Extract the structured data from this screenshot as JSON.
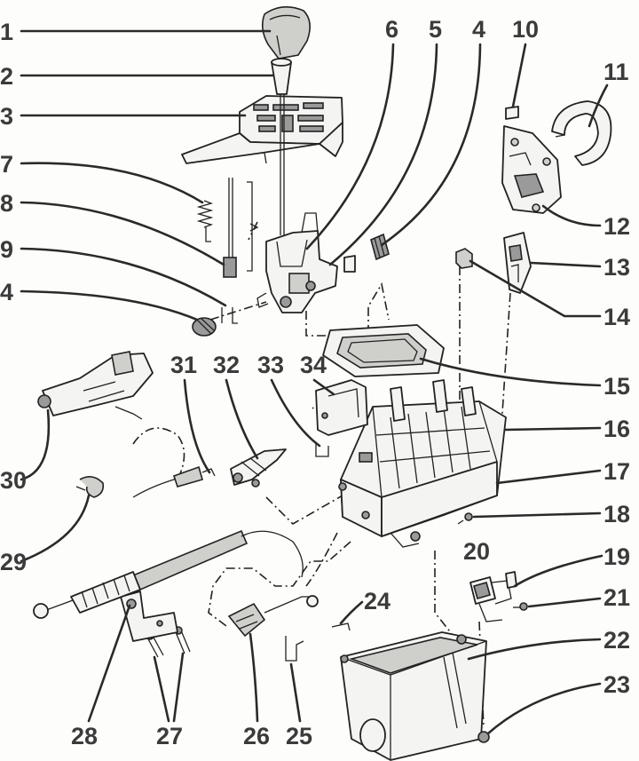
{
  "callouts": [
    "1",
    "2",
    "3",
    "7",
    "8",
    "9",
    "4",
    "6",
    "5",
    "4",
    "10",
    "11",
    "12",
    "13",
    "14",
    "15",
    "16",
    "17",
    "18",
    "19",
    "20",
    "21",
    "22",
    "23",
    "24",
    "25",
    "26",
    "27",
    "28",
    "29",
    "30",
    "31",
    "32",
    "33",
    "34"
  ]
}
